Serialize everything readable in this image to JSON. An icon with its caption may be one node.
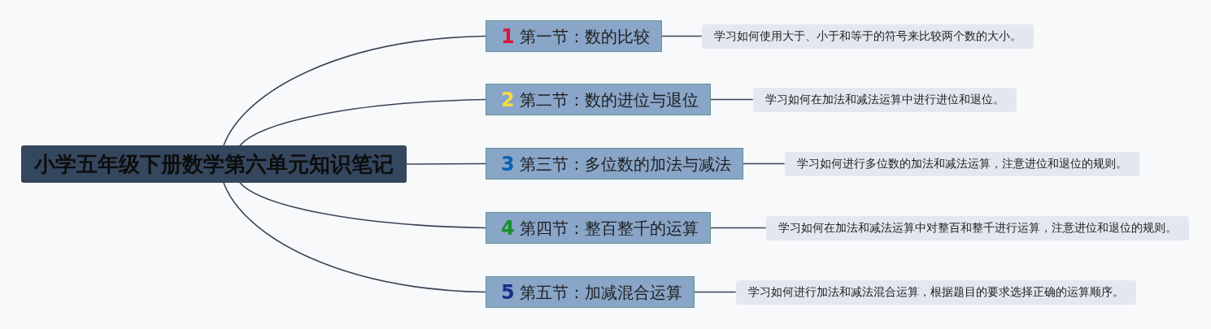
{
  "diagram": {
    "nodes": [
      {
        "text": [
          "小学五年级下册数学第六单元知识笔记"
        ]
      },
      {
        "text": [
          "1",
          "第一节：数的比较"
        ]
      },
      {
        "text": [
          "2",
          "第二节：数的进位与退位"
        ]
      },
      {
        "text": [
          "3",
          "第三节：多位数的加法与减法"
        ]
      },
      {
        "text": [
          "4",
          "第四节：整百整千的运算"
        ]
      },
      {
        "text": [
          "5",
          "第五节：加减混合运算"
        ]
      },
      {
        "text": [
          "学习如何使用大于、小于和等于的符号来比较两个数的大小。"
        ]
      },
      {
        "text": [
          "学习如何在加法和减法运算中进行进位和退位。"
        ]
      },
      {
        "text": [
          "学习如何进行多位数的加法和减法运算，注意进位和退位的规则。"
        ]
      },
      {
        "text": [
          "学习如何在加法和减法运算中对整百和整千进行运算，注意进位和退位的规则。"
        ]
      },
      {
        "text": [
          "学习如何进行加法和减法混合运算，根据题目的要求选择正确的运算顺序。"
        ]
      }
    ],
    "edges": [
      {
        "from": 0,
        "to": 1,
        "arrow": "none"
      },
      {
        "from": 0,
        "to": 2,
        "arrow": "none"
      },
      {
        "from": 0,
        "to": 3,
        "arrow": "none"
      },
      {
        "from": 0,
        "to": 4,
        "arrow": "none"
      },
      {
        "from": 0,
        "to": 5,
        "arrow": "none"
      },
      {
        "from": 1,
        "to": 6,
        "arrow": "none"
      },
      {
        "from": 2,
        "to": 7,
        "arrow": "none"
      },
      {
        "from": 3,
        "to": 8,
        "arrow": "none"
      },
      {
        "from": 4,
        "to": 9,
        "arrow": "none"
      },
      {
        "from": 5,
        "to": 10,
        "arrow": "none"
      }
    ]
  }
}
